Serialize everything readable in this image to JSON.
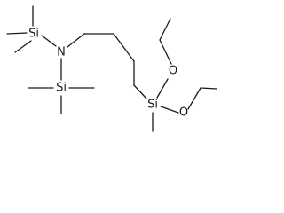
{
  "molecule": {
    "atoms": {
      "si_top_left": "Si",
      "nitrogen": "N",
      "si_bottom": "Si",
      "si_right": "Si",
      "oxygen_upper": "O",
      "oxygen_lower": "O"
    }
  }
}
